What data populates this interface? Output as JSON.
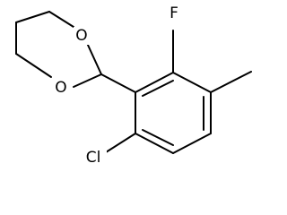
{
  "molecule": {
    "atoms": {
      "o1": "O",
      "o2": "O",
      "f": "F",
      "cl": "Cl"
    }
  }
}
